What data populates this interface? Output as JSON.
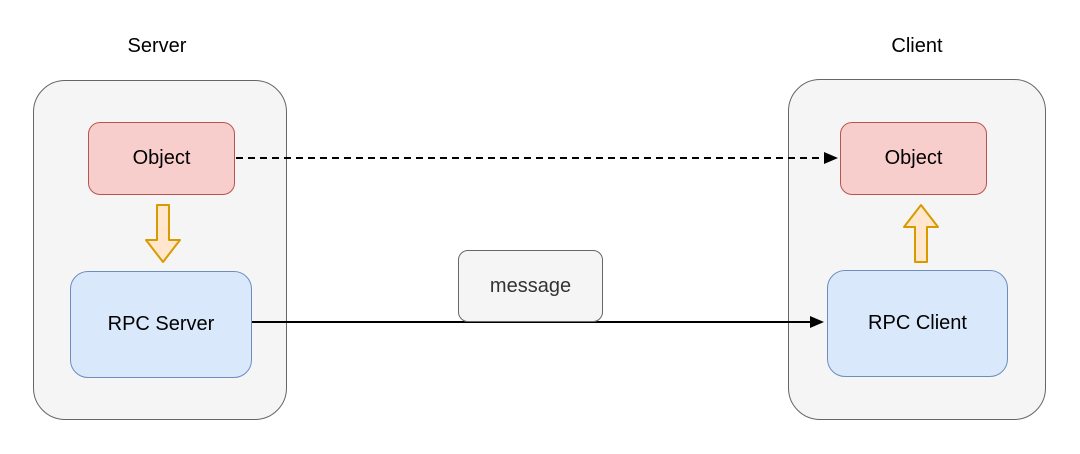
{
  "diagram": {
    "server": {
      "title": "Server",
      "object_label": "Object",
      "rpc_label": "RPC Server"
    },
    "client": {
      "title": "Client",
      "object_label": "Object",
      "rpc_label": "RPC Client"
    },
    "message_label": "message",
    "edges": {
      "object_to_object": "dashed-arrow",
      "rpc_server_to_rpc_client": "solid-arrow",
      "server_object_to_rpc": "block-arrow-down",
      "rpc_to_client_object": "block-arrow-up"
    },
    "colors": {
      "container_fill": "#f5f5f5",
      "container_stroke": "#666666",
      "object_fill": "#f8cecc",
      "object_stroke": "#b85450",
      "rpc_fill": "#dae8fc",
      "rpc_stroke": "#6c8ebf",
      "arrow_fill": "#ffe6cc",
      "arrow_stroke": "#d79b00",
      "edge_color": "#000000"
    }
  }
}
